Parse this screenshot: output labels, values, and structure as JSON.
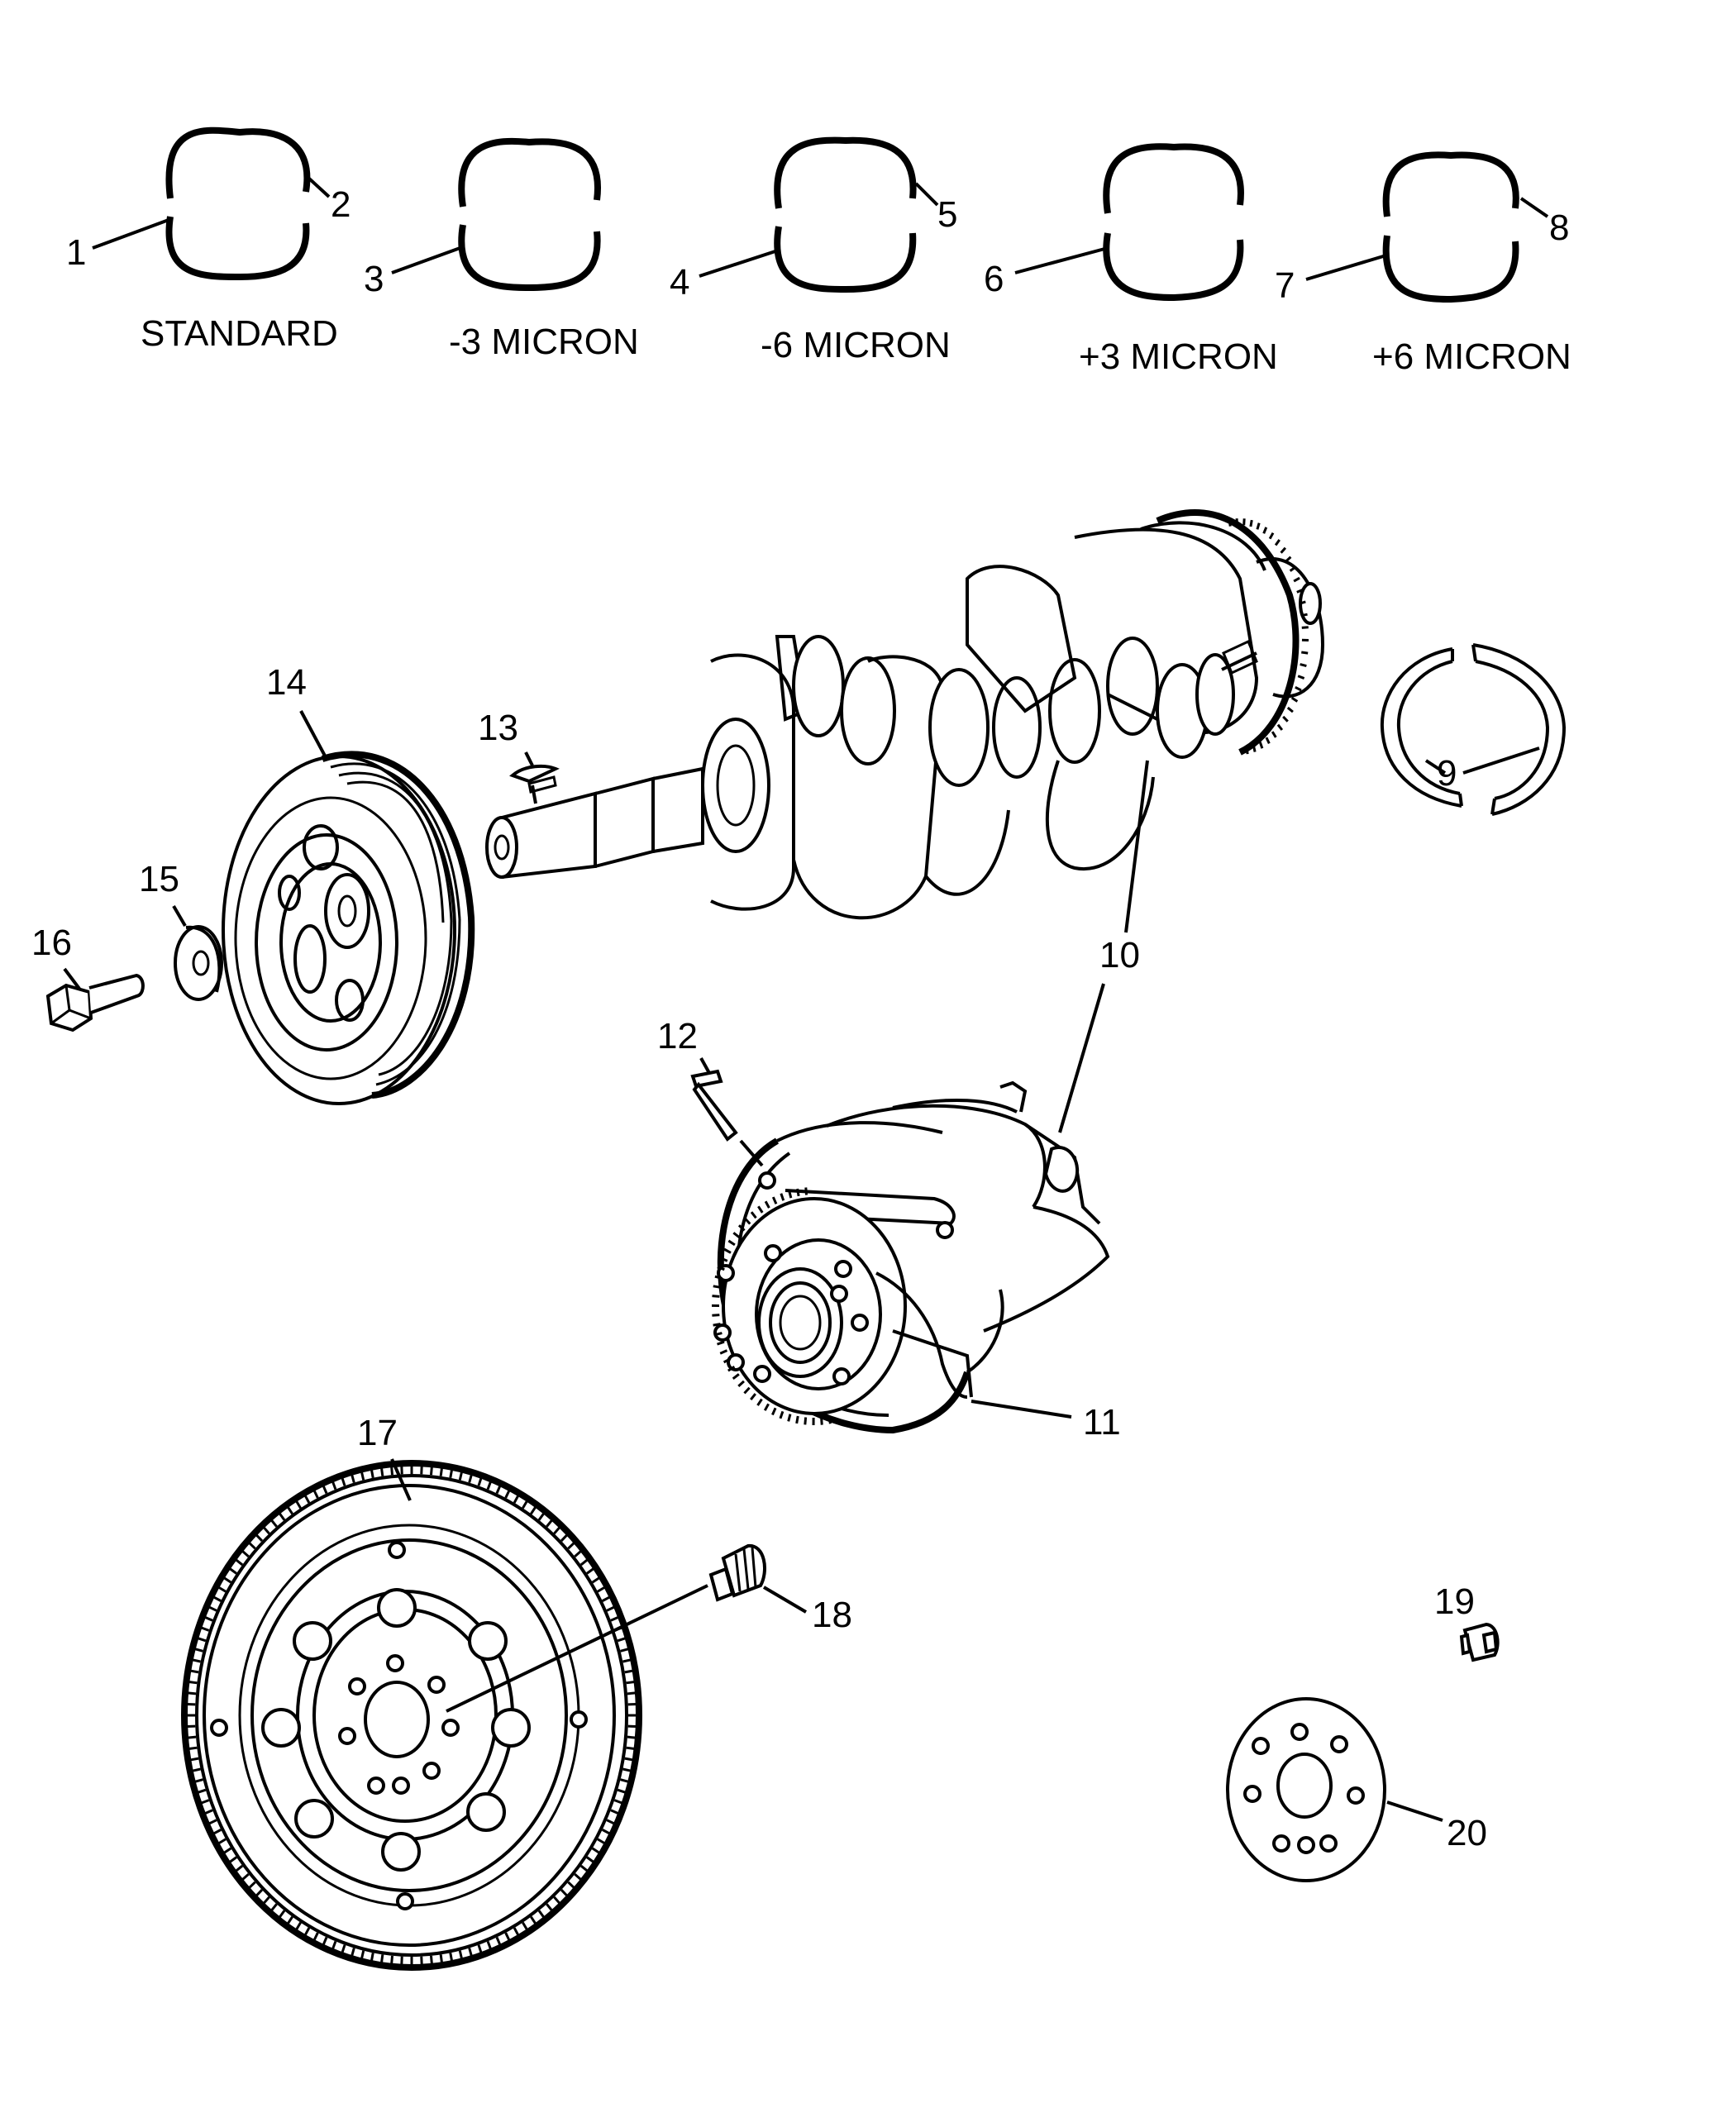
{
  "bearing_sets": [
    {
      "label": "STANDARD"
    },
    {
      "label": "-3 MICRON"
    },
    {
      "label": "-6 MICRON"
    },
    {
      "label": "+3 MICRON"
    },
    {
      "label": "+6 MICRON"
    }
  ],
  "callouts": {
    "c1": "1",
    "c2": "2",
    "c3": "3",
    "c4": "4",
    "c5": "5",
    "c6": "6",
    "c7": "7",
    "c8": "8",
    "c9": "9",
    "c10": "10",
    "c11": "11",
    "c12": "12",
    "c13": "13",
    "c14": "14",
    "c15": "15",
    "c16": "16",
    "c17": "17",
    "c18": "18",
    "c19": "19",
    "c20": "20"
  }
}
